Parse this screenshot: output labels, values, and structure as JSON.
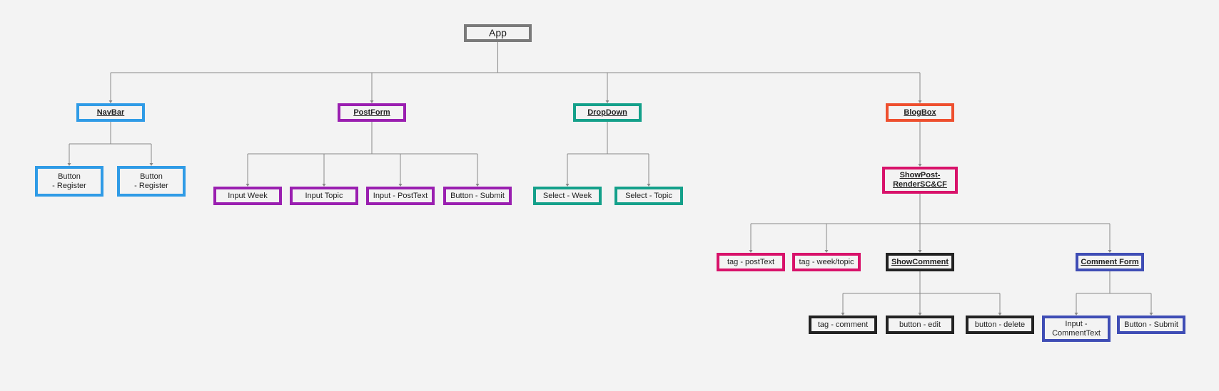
{
  "colors": {
    "gray": "#7a7a7a",
    "blue": "#2f9be6",
    "purple": "#9a1fb0",
    "teal": "#14a08a",
    "orange": "#ee4f2e",
    "pink": "#d8126a",
    "black": "#222222",
    "indigo": "#3f4db5",
    "line": "#888888"
  },
  "nodes": {
    "app": {
      "label": "App",
      "color": "gray"
    },
    "navbar": {
      "label": "NavBar",
      "color": "blue"
    },
    "navbar_btn1": {
      "label": "Button\n- Register",
      "color": "blue"
    },
    "navbar_btn2": {
      "label": "Button\n- Register",
      "color": "blue"
    },
    "postform": {
      "label": "PostForm",
      "color": "purple"
    },
    "pf_week": {
      "label": "Input Week",
      "color": "purple"
    },
    "pf_topic": {
      "label": "Input Topic",
      "color": "purple"
    },
    "pf_text": {
      "label": "Input - PostText",
      "color": "purple"
    },
    "pf_submit": {
      "label": "Button - Submit",
      "color": "purple"
    },
    "dropdown": {
      "label": "DropDown",
      "color": "teal"
    },
    "dd_week": {
      "label": "Select - Week",
      "color": "teal"
    },
    "dd_topic": {
      "label": "Select - Topic",
      "color": "teal"
    },
    "blogbox": {
      "label": "BlogBox",
      "color": "orange"
    },
    "showpost": {
      "label": "ShowPost-\nRenderSC&CF",
      "color": "pink"
    },
    "tag_posttext": {
      "label": "tag - postText",
      "color": "pink"
    },
    "tag_weektopic": {
      "label": "tag - week/topic",
      "color": "pink"
    },
    "showcomment": {
      "label": "ShowComment",
      "color": "black"
    },
    "commentform": {
      "label": "Comment Form",
      "color": "indigo"
    },
    "tag_comment": {
      "label": "tag - comment",
      "color": "black"
    },
    "btn_edit": {
      "label": "button - edit",
      "color": "black"
    },
    "btn_delete": {
      "label": "button - delete",
      "color": "black"
    },
    "cf_input": {
      "label": "Input -\nCommentText",
      "color": "indigo"
    },
    "cf_submit": {
      "label": "Button - Submit",
      "color": "indigo"
    }
  },
  "edges": [
    [
      "app",
      "navbar"
    ],
    [
      "app",
      "postform"
    ],
    [
      "app",
      "dropdown"
    ],
    [
      "app",
      "blogbox"
    ],
    [
      "navbar",
      "navbar_btn1"
    ],
    [
      "navbar",
      "navbar_btn2"
    ],
    [
      "postform",
      "pf_week"
    ],
    [
      "postform",
      "pf_topic"
    ],
    [
      "postform",
      "pf_text"
    ],
    [
      "postform",
      "pf_submit"
    ],
    [
      "dropdown",
      "dd_week"
    ],
    [
      "dropdown",
      "dd_topic"
    ],
    [
      "blogbox",
      "showpost"
    ],
    [
      "showpost",
      "tag_posttext"
    ],
    [
      "showpost",
      "tag_weektopic"
    ],
    [
      "showpost",
      "showcomment"
    ],
    [
      "showpost",
      "commentform"
    ],
    [
      "showcomment",
      "tag_comment"
    ],
    [
      "showcomment",
      "btn_edit"
    ],
    [
      "showcomment",
      "btn_delete"
    ],
    [
      "commentform",
      "cf_input"
    ],
    [
      "commentform",
      "cf_submit"
    ]
  ]
}
